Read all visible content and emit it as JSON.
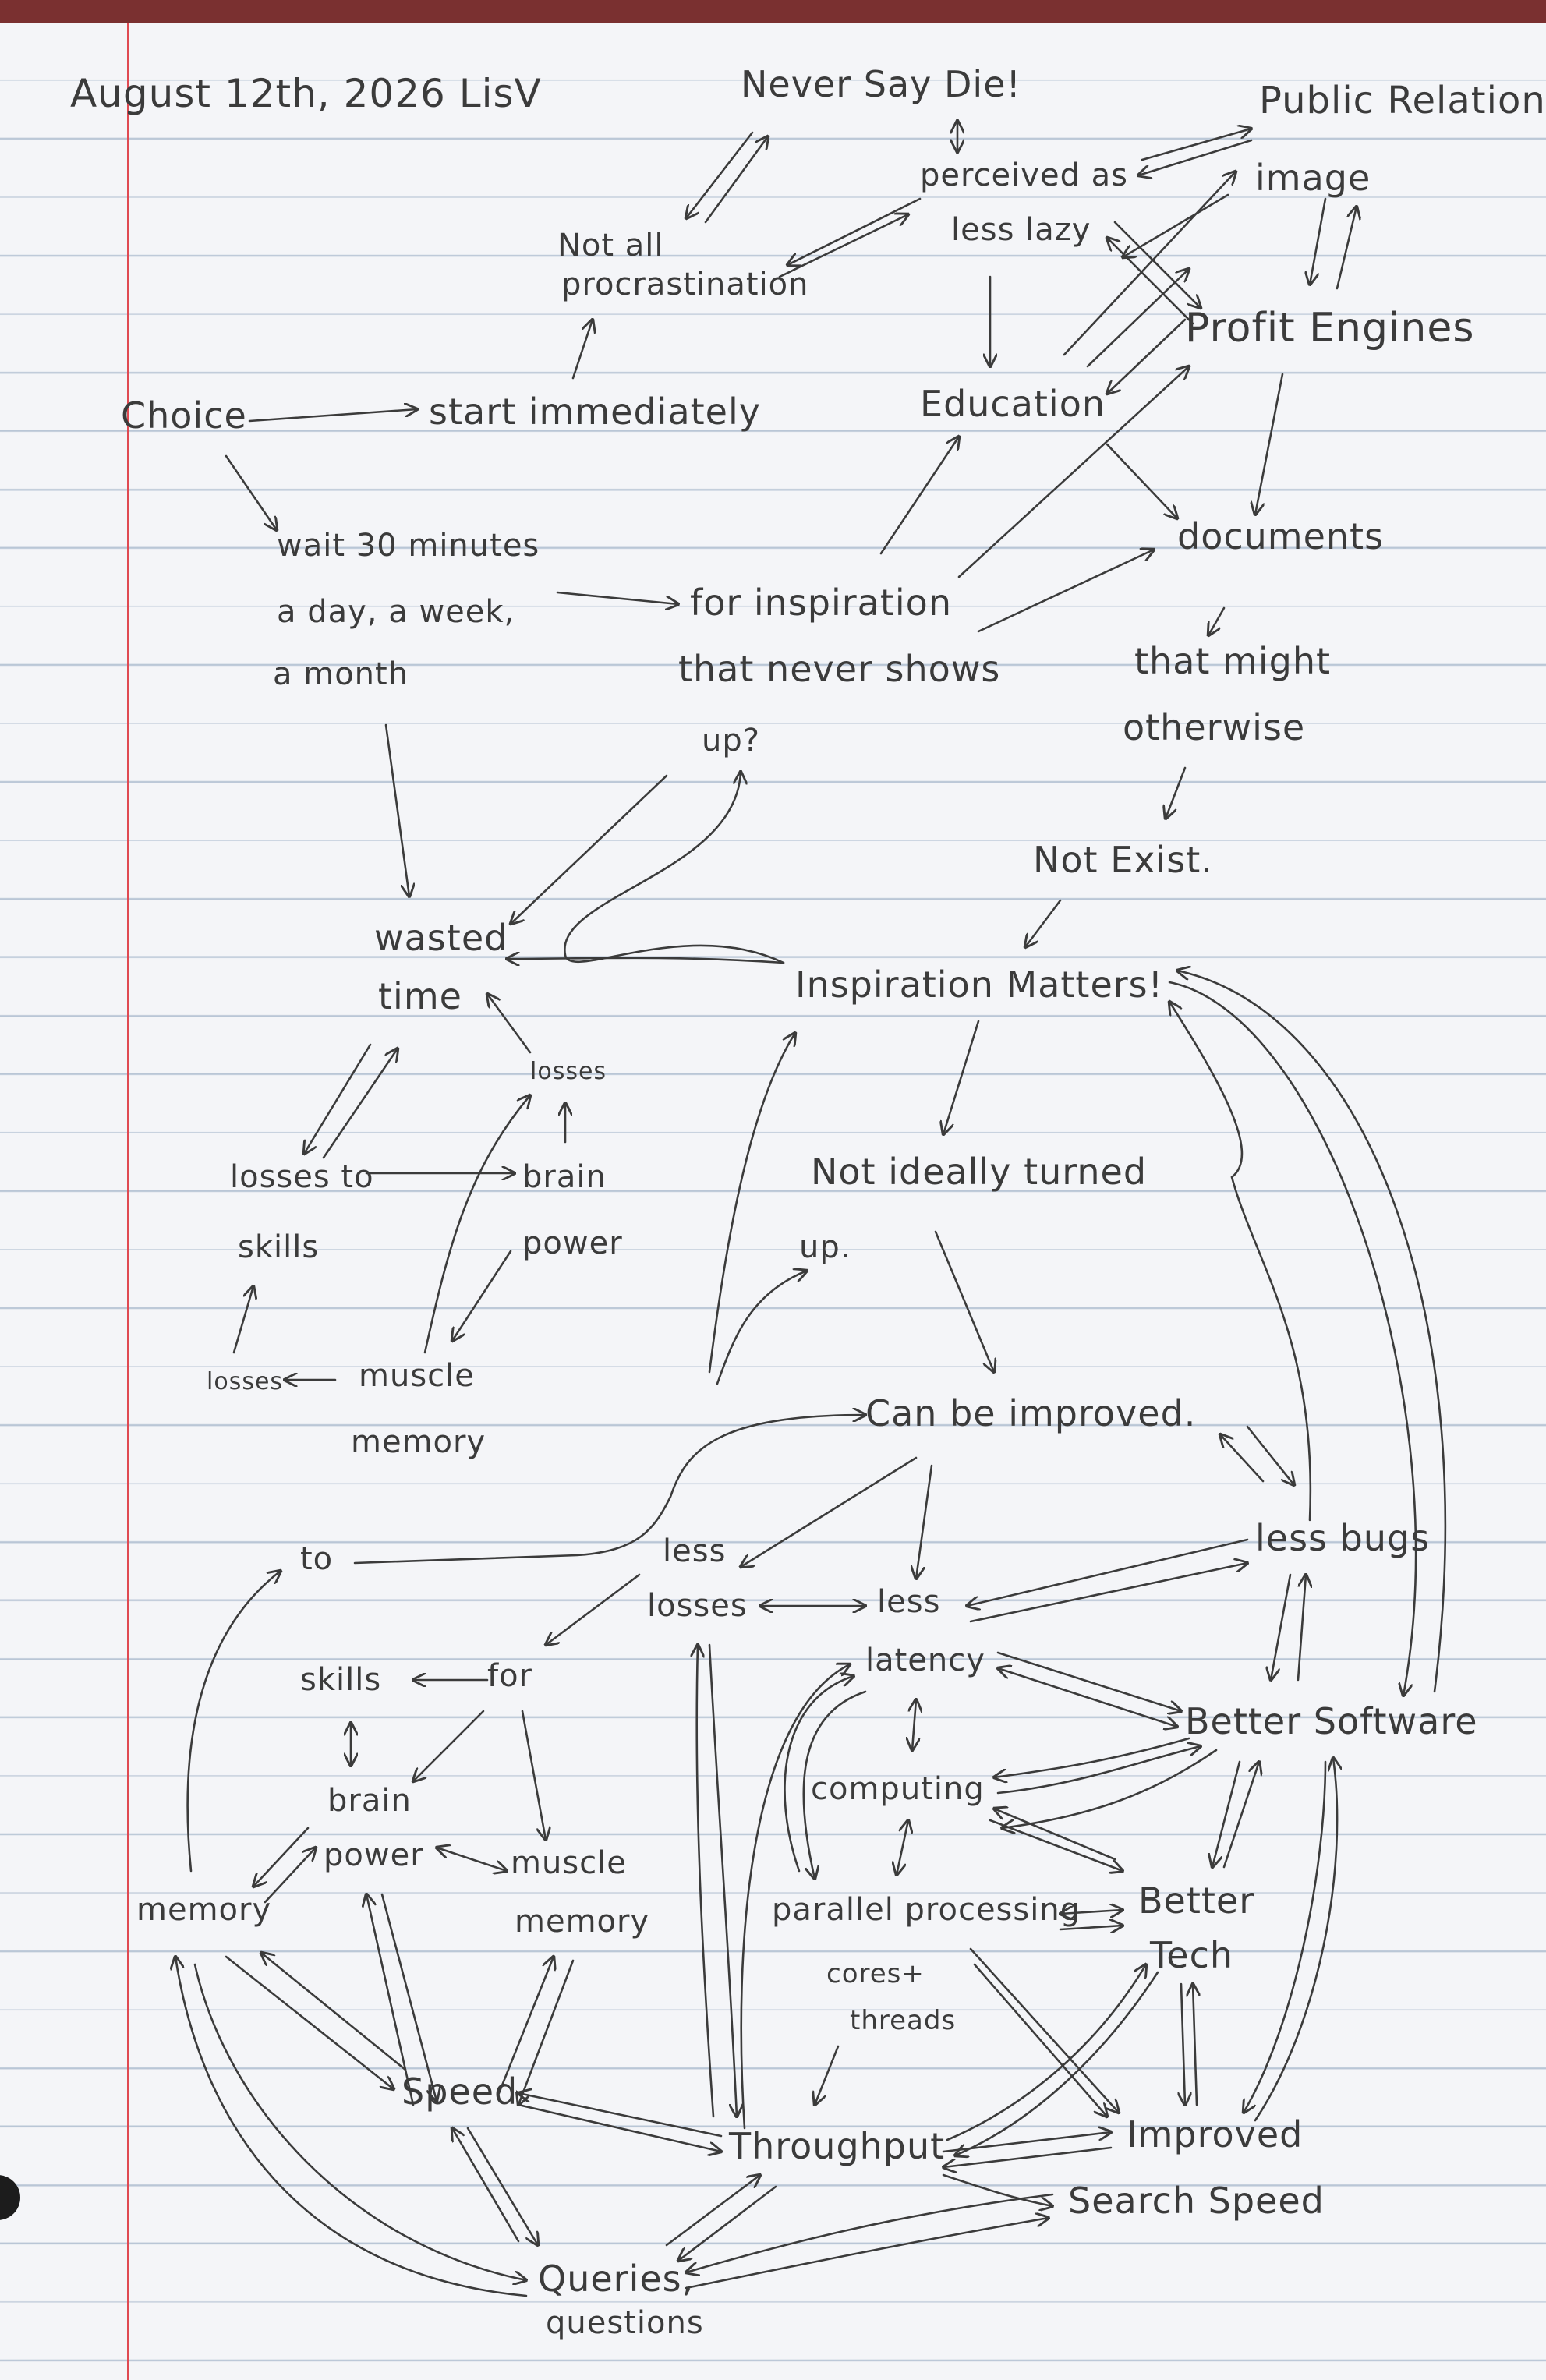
{
  "date_note": "August 12th, 2026 LisV",
  "nodes": {
    "never_say_die": "Never Say Die!",
    "public_relations": "Public Relations",
    "image": "image",
    "perceived_as": "perceived as",
    "less_lazy": "less lazy",
    "not_all": "Not all",
    "procrastination": "procrastination",
    "profit_engines": "Profit Engines",
    "choice": "Choice",
    "start_immediately": "start immediately",
    "education": "Education",
    "documents": "documents",
    "wait_30": "wait 30 minutes",
    "a_day_week": "a day, a week,",
    "a_month": "a month",
    "for_inspiration": "for inspiration",
    "that_never_shows": "that never shows",
    "up_q": "up?",
    "that_might": "that might",
    "otherwise": "otherwise",
    "not_exist": "Not Exist.",
    "wasted": "wasted",
    "time": "time",
    "inspiration_matters": "Inspiration Matters!",
    "losses_top": "losses",
    "losses_to": "losses to",
    "skills_top": "skills",
    "brain_top": "brain",
    "power_top": "power",
    "not_ideally": "Not ideally turned",
    "up_dot": "up.",
    "losses_left": "losses",
    "muscle_top": "muscle",
    "memory_top": "memory",
    "can_be_improved": "Can be improved.",
    "to": "to",
    "less_top": "less",
    "less_bugs": "less bugs",
    "losses_mid": "losses",
    "less_mid": "less",
    "skills_low": "skills",
    "for": "for",
    "latency": "latency",
    "better_software": "Better Software",
    "brain_low": "brain",
    "power_low": "power",
    "computing": "computing",
    "muscle_low": "muscle",
    "memory_left": "memory",
    "memory_low": "memory",
    "parallel_processing": "parallel processing",
    "better": "Better",
    "tech": "Tech",
    "cores": "cores+",
    "threads": "threads",
    "speed": "Speed",
    "throughput": "Throughput",
    "improved": "Improved",
    "search_speed": "Search Speed",
    "queries": "Queries,",
    "questions": "questions"
  },
  "colors": {
    "ink": "#3b3b3b",
    "margin_line": "#e04a52",
    "rule_line": "#b9c6d6",
    "paper": "#f4f5f8"
  }
}
